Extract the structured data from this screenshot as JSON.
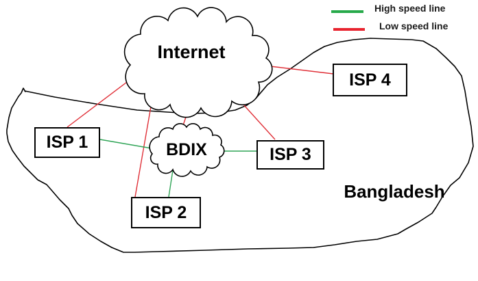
{
  "diagram": {
    "title_node": "Internet",
    "exchange_node": "BDIX",
    "country_label": "Bangladesh",
    "nodes": [
      {
        "label": "ISP 1"
      },
      {
        "label": "ISP 2"
      },
      {
        "label": "ISP 3"
      },
      {
        "label": "ISP 4"
      }
    ],
    "connections": [
      {
        "from": "Internet",
        "to": "ISP 1",
        "type": "low"
      },
      {
        "from": "Internet",
        "to": "ISP 2",
        "type": "low"
      },
      {
        "from": "Internet",
        "to": "BDIX",
        "type": "low"
      },
      {
        "from": "Internet",
        "to": "ISP 3",
        "type": "low"
      },
      {
        "from": "Internet",
        "to": "ISP 4",
        "type": "low"
      },
      {
        "from": "ISP 1",
        "to": "BDIX",
        "type": "high"
      },
      {
        "from": "BDIX",
        "to": "ISP 2",
        "type": "high"
      },
      {
        "from": "BDIX",
        "to": "ISP 3",
        "type": "high"
      }
    ]
  },
  "legend": {
    "high_label": "High speed line",
    "low_label": "Low speed line"
  },
  "colors": {
    "high_speed": "#27a94a",
    "low_speed": "#e8232e",
    "line_red": "#e03038",
    "line_green": "#2fa456",
    "ink": "#000000"
  }
}
